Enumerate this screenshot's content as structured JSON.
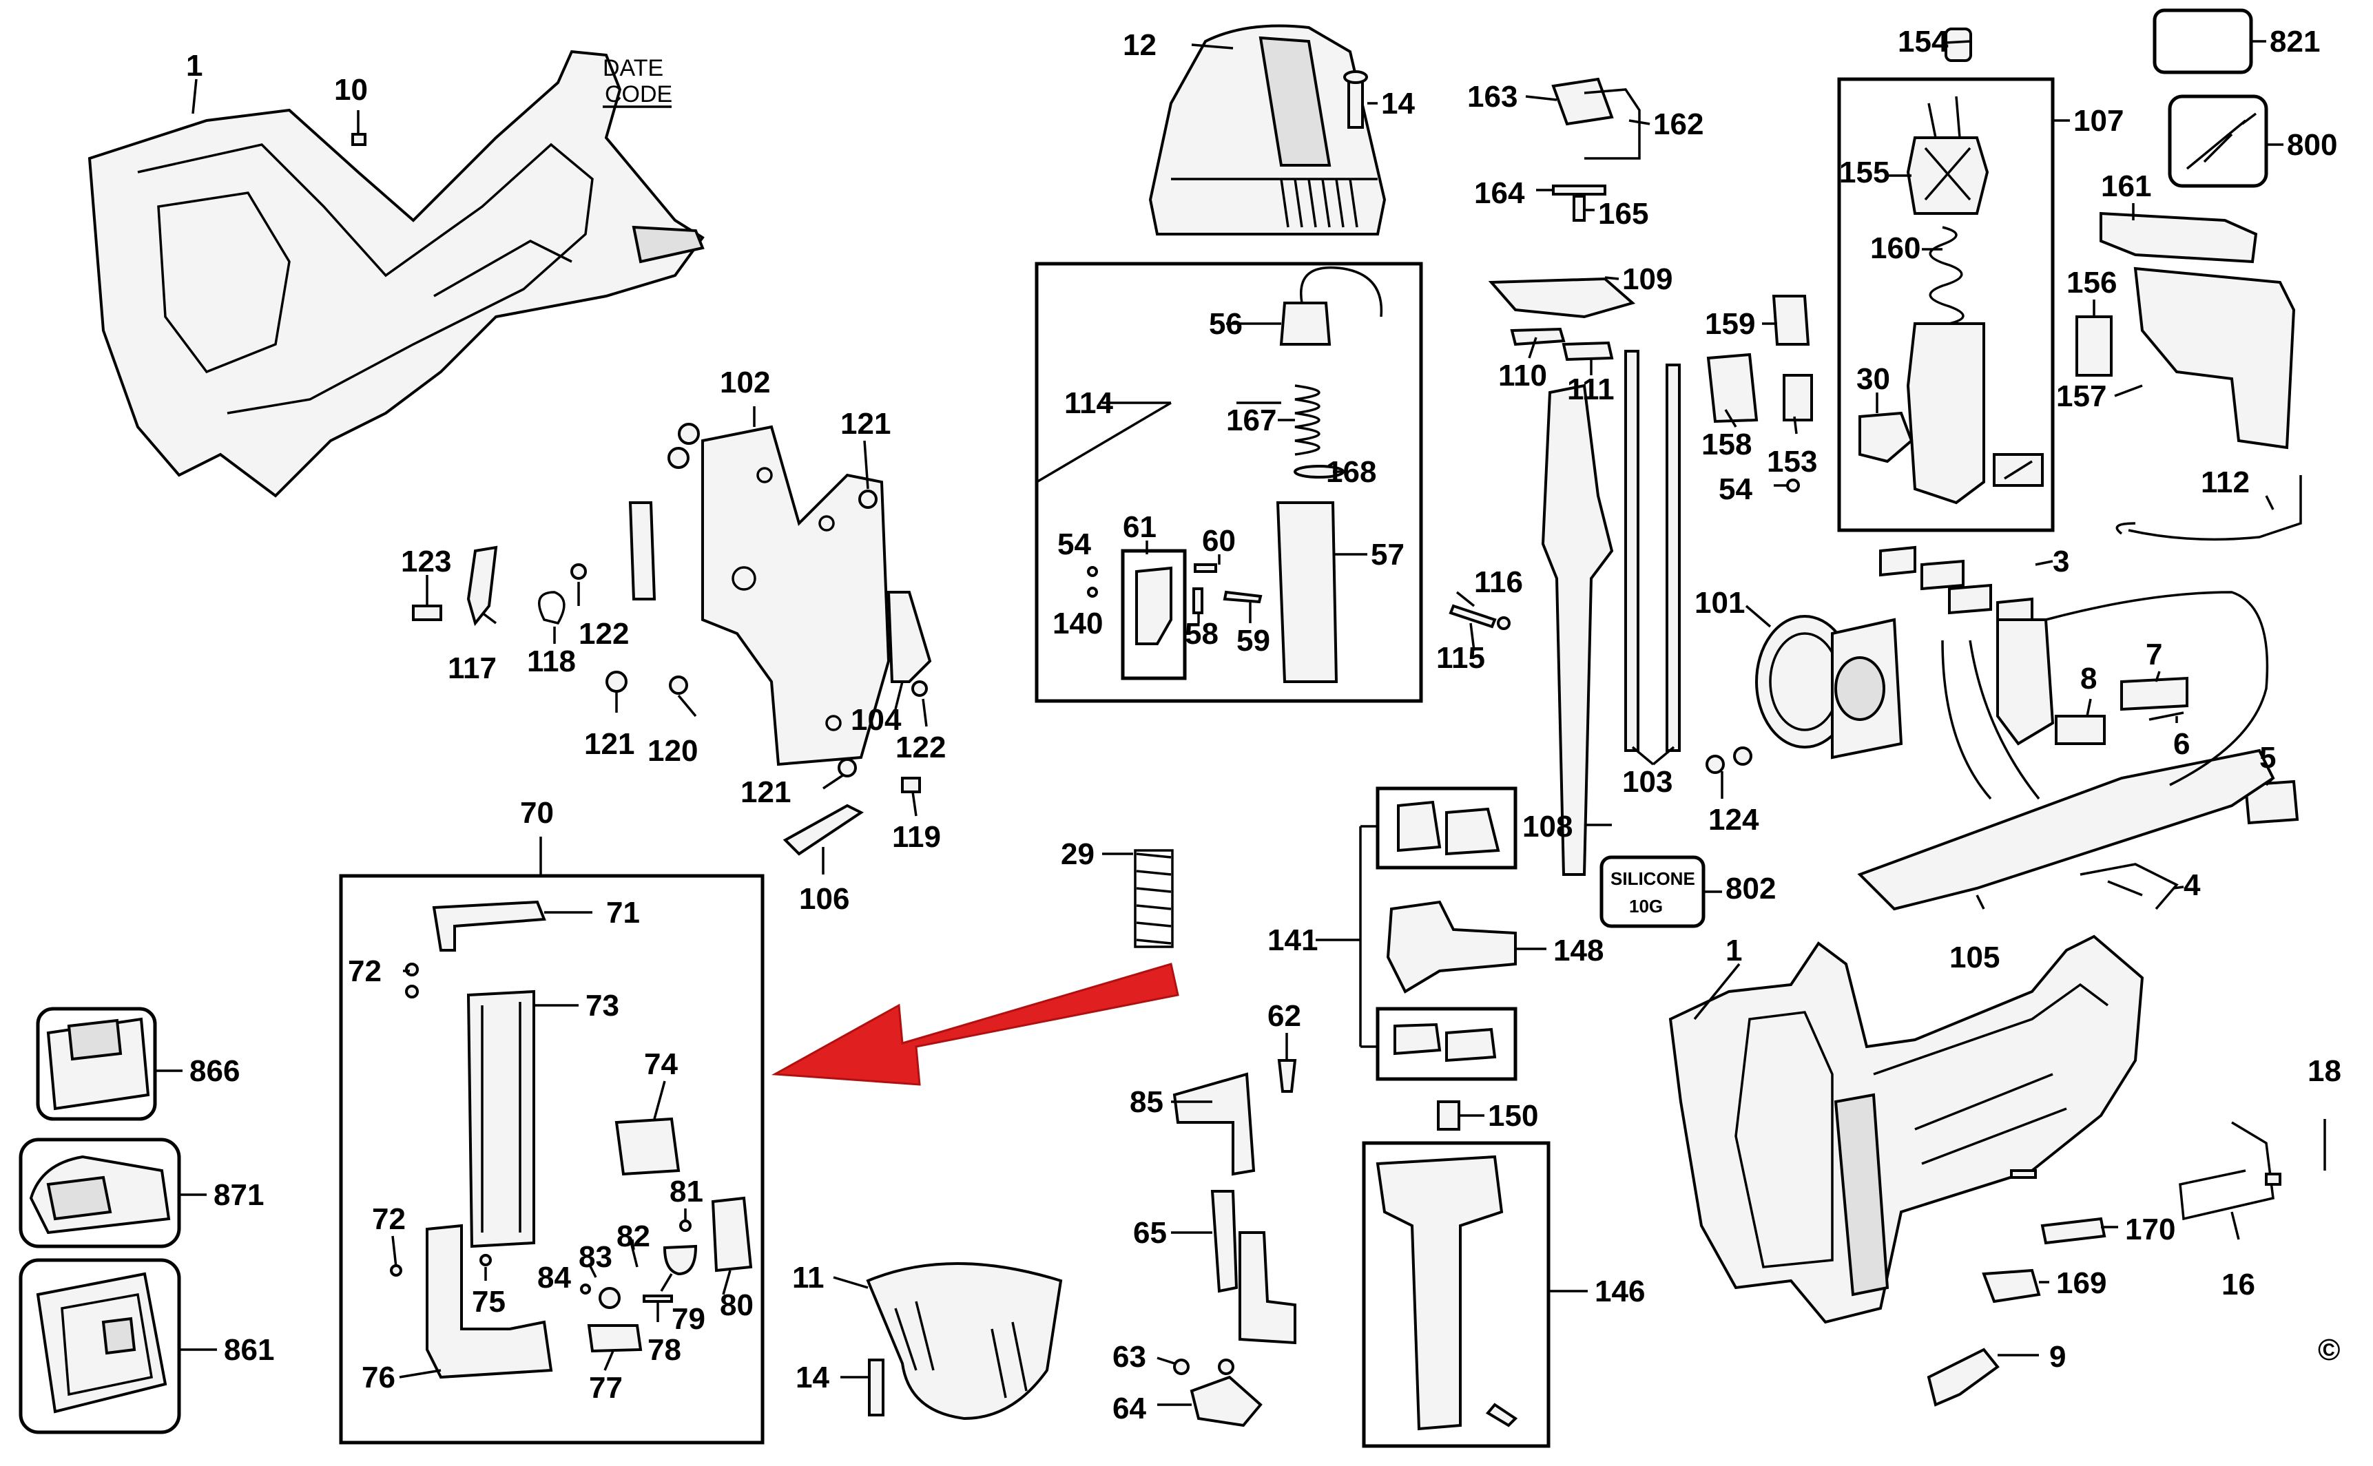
{
  "annotations": {
    "date_code": [
      "DATE",
      "CODE"
    ],
    "silicone": [
      "SILICONE",
      "10G"
    ],
    "copyright": "©"
  },
  "labels": {
    "l1a": "1",
    "l10": "10",
    "l12": "12",
    "l14a": "14",
    "l163": "163",
    "l162": "162",
    "l164": "164",
    "l165": "165",
    "l154": "154",
    "l821": "821",
    "l107": "107",
    "l800": "800",
    "l155": "155",
    "l160": "160",
    "l30": "30",
    "l161": "161",
    "l156": "156",
    "l157": "157",
    "l109": "109",
    "l110": "110",
    "l111": "111",
    "l159": "159",
    "l158": "158",
    "l153": "153",
    "l54b": "54",
    "l114": "114",
    "l56": "56",
    "l167": "167",
    "l168": "168",
    "l54a": "54",
    "l61": "61",
    "l60": "60",
    "l57": "57",
    "l140": "140",
    "l58": "58",
    "l59": "59",
    "l102": "102",
    "l121a": "121",
    "l123": "123",
    "l117": "117",
    "l118": "118",
    "l122a": "122",
    "l121b": "121",
    "l120": "120",
    "l104": "104",
    "l122b": "122",
    "l121c": "121",
    "l119": "119",
    "l106": "106",
    "l116": "116",
    "l115": "115",
    "l103": "103",
    "l108": "108",
    "l101": "101",
    "l124": "124",
    "l802": "802",
    "l112": "112",
    "l3": "3",
    "l8": "8",
    "l7": "7",
    "l6": "6",
    "l5": "5",
    "l4": "4",
    "l105": "105",
    "l70": "70",
    "l71": "71",
    "l72a": "72",
    "l73": "73",
    "l74": "74",
    "l72b": "72",
    "l81": "81",
    "l82": "82",
    "l83": "83",
    "l84": "84",
    "l75": "75",
    "l79": "79",
    "l80": "80",
    "l78": "78",
    "l76": "76",
    "l77": "77",
    "l29": "29",
    "l141": "141",
    "l148": "148",
    "l62": "62",
    "l85": "85",
    "l150": "150",
    "l65": "65",
    "l11": "11",
    "l14b": "14",
    "l63": "63",
    "l64": "64",
    "l146": "146",
    "l866": "866",
    "l871": "871",
    "l861": "861",
    "l1b": "1",
    "l18": "18",
    "l170": "170",
    "l169": "169",
    "l16": "16",
    "l9": "9"
  }
}
